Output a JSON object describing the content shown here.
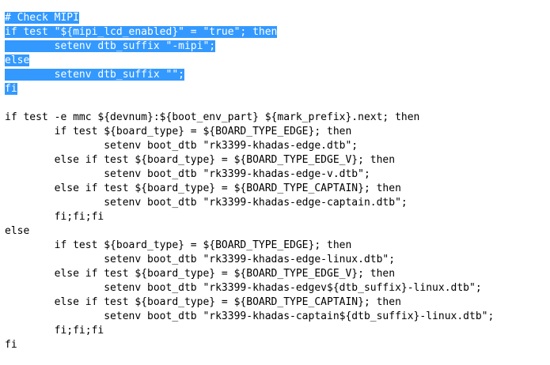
{
  "editor": {
    "colors": {
      "text": "#000000",
      "background": "#ffffff",
      "selection_bg": "#3399ff",
      "selection_fg": "#ffffff"
    },
    "lines": [
      {
        "text": "# Check MIPI",
        "selected": true
      },
      {
        "text": "if test \"${mipi_lcd_enabled}\" = \"true\"; then",
        "selected": true
      },
      {
        "text": "        setenv dtb_suffix \"-mipi\";",
        "selected": true
      },
      {
        "text": "else",
        "selected": true
      },
      {
        "text": "        setenv dtb_suffix \"\";",
        "selected": true
      },
      {
        "text": "fi",
        "selected": true
      },
      {
        "text": "",
        "selected": false
      },
      {
        "text": "if test -e mmc ${devnum}:${boot_env_part} ${mark_prefix}.next; then",
        "selected": false
      },
      {
        "text": "        if test ${board_type} = ${BOARD_TYPE_EDGE}; then",
        "selected": false
      },
      {
        "text": "                setenv boot_dtb \"rk3399-khadas-edge.dtb\";",
        "selected": false
      },
      {
        "text": "        else if test ${board_type} = ${BOARD_TYPE_EDGE_V}; then",
        "selected": false
      },
      {
        "text": "                setenv boot_dtb \"rk3399-khadas-edge-v.dtb\";",
        "selected": false
      },
      {
        "text": "        else if test ${board_type} = ${BOARD_TYPE_CAPTAIN}; then",
        "selected": false
      },
      {
        "text": "                setenv boot_dtb \"rk3399-khadas-edge-captain.dtb\";",
        "selected": false
      },
      {
        "text": "        fi;fi;fi",
        "selected": false
      },
      {
        "text": "else",
        "selected": false
      },
      {
        "text": "        if test ${board_type} = ${BOARD_TYPE_EDGE}; then",
        "selected": false
      },
      {
        "text": "                setenv boot_dtb \"rk3399-khadas-edge-linux.dtb\";",
        "selected": false
      },
      {
        "text": "        else if test ${board_type} = ${BOARD_TYPE_EDGE_V}; then",
        "selected": false
      },
      {
        "text": "                setenv boot_dtb \"rk3399-khadas-edgev${dtb_suffix}-linux.dtb\";",
        "selected": false
      },
      {
        "text": "        else if test ${board_type} = ${BOARD_TYPE_CAPTAIN}; then",
        "selected": false
      },
      {
        "text": "                setenv boot_dtb \"rk3399-khadas-captain${dtb_suffix}-linux.dtb\";",
        "selected": false
      },
      {
        "text": "        fi;fi;fi",
        "selected": false
      },
      {
        "text": "fi",
        "selected": false
      }
    ]
  }
}
